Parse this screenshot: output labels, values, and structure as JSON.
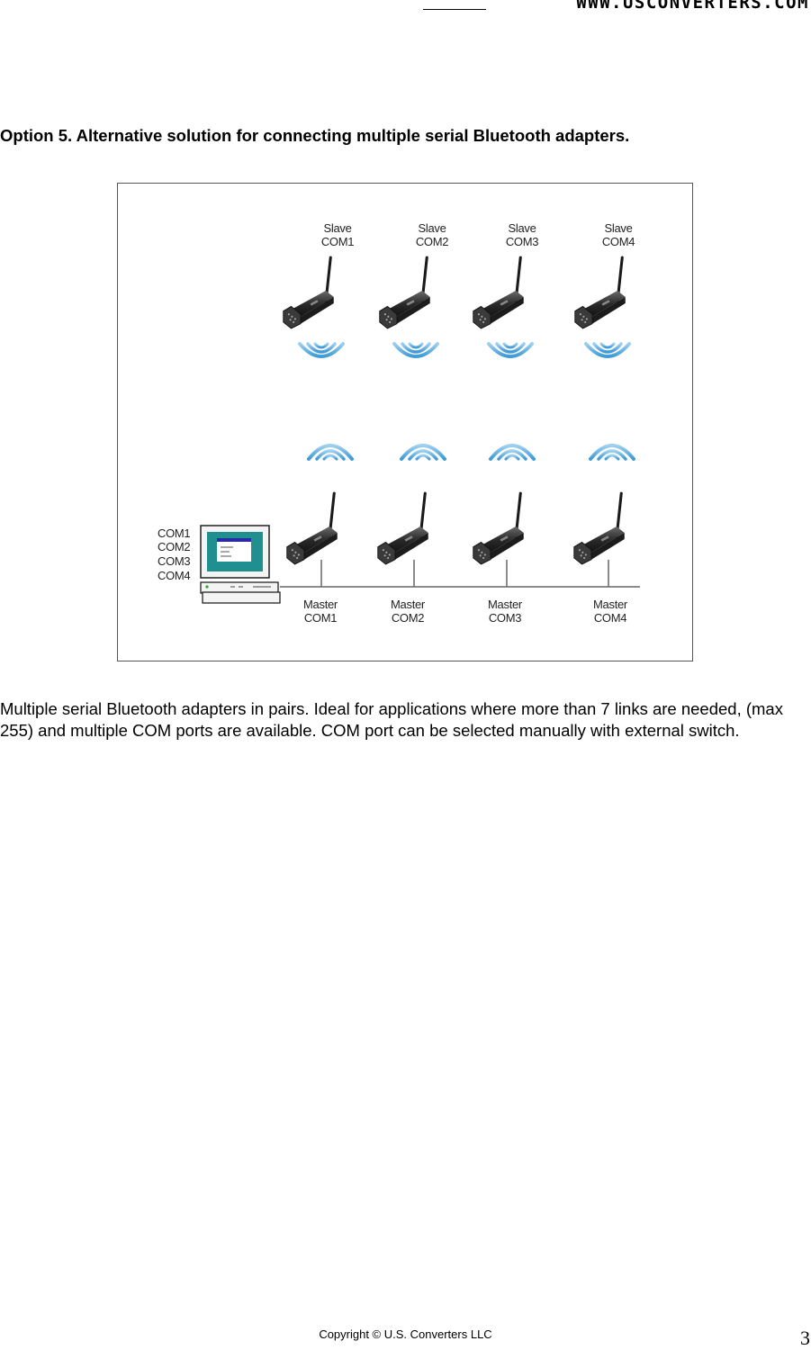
{
  "header": {
    "url": "www.usconverters.com"
  },
  "heading": "Option 5. Alternative solution for connecting multiple serial Bluetooth adapters.",
  "figure": {
    "slaves": [
      {
        "role": "Slave",
        "port": "COM1"
      },
      {
        "role": "Slave",
        "port": "COM2"
      },
      {
        "role": "Slave",
        "port": "COM3"
      },
      {
        "role": "Slave",
        "port": "COM4"
      }
    ],
    "masters": [
      {
        "role": "Master",
        "port": "COM1"
      },
      {
        "role": "Master",
        "port": "COM2"
      },
      {
        "role": "Master",
        "port": "COM3"
      },
      {
        "role": "Master",
        "port": "COM4"
      }
    ],
    "pc_ports": [
      "COM1",
      "COM2",
      "COM3",
      "COM4"
    ]
  },
  "description": "Multiple serial Bluetooth adapters in pairs. Ideal for applications where more than 7 links are needed, (max 255) and multiple COM ports are available. COM port can be selected manually with external switch.",
  "footer": {
    "copyright": "Copyright © U.S. Converters LLC",
    "page_number": "3"
  }
}
